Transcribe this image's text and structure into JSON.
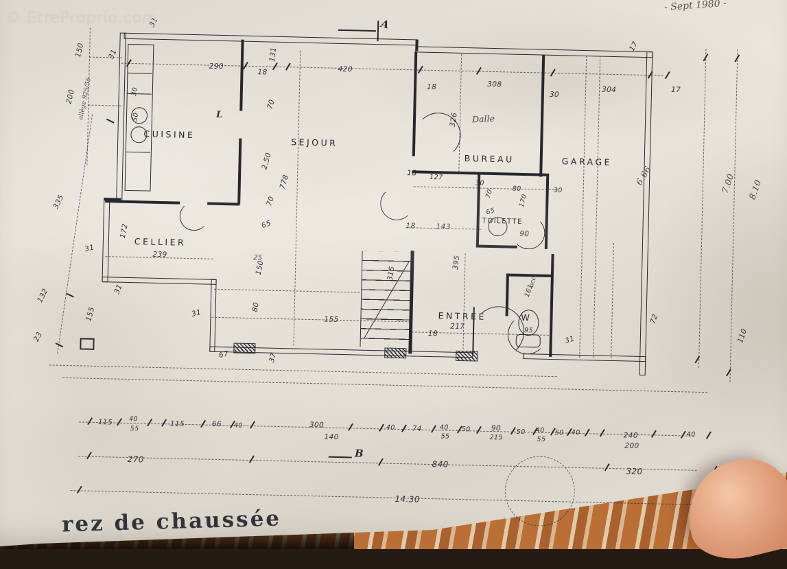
{
  "photo": {
    "watermark": "© EtreProprio.com",
    "date_note": "- Sept 1980 -",
    "title": "rez de chaussée"
  },
  "rooms": [
    {
      "id": "cuisine",
      "label": "CUISINE"
    },
    {
      "id": "sejour",
      "label": "SEJOUR"
    },
    {
      "id": "bureau",
      "label": "BUREAU"
    },
    {
      "id": "garage",
      "label": "GARAGE"
    },
    {
      "id": "cellier",
      "label": "CELLIER"
    },
    {
      "id": "entree",
      "label": "ENTREE"
    },
    {
      "id": "toilette",
      "label": "TOILETTE"
    },
    {
      "id": "wc",
      "label": "W"
    }
  ],
  "markers": {
    "section_a": "A",
    "section_b": "B",
    "door_l": "L"
  },
  "annotations": {
    "dalle": "Dalle",
    "allege": "allège 925/55",
    "acces": "acc."
  },
  "dims": {
    "top": [
      "31",
      "31",
      "290",
      "18",
      "131",
      "420",
      "18",
      "308",
      "30",
      "304",
      "17",
      "17"
    ],
    "left": [
      "150",
      "200",
      "335",
      "132",
      "23",
      "31",
      "155",
      "31"
    ],
    "kitchen": [
      "70",
      "2.50",
      "778",
      "65",
      "70",
      "50",
      "30"
    ],
    "cellier": [
      "239",
      "172",
      "25",
      "150",
      "80",
      "155",
      "31",
      "67",
      "37",
      "315"
    ],
    "hall": [
      "18",
      "127",
      "30",
      "80",
      "30",
      "70",
      "65",
      "326",
      "18",
      "143",
      "90",
      "170",
      "395",
      "18",
      "31",
      "161",
      "217",
      "95"
    ],
    "right": [
      "7.00",
      "8.10",
      "110",
      "72",
      "6.66"
    ],
    "row1": [
      "115",
      "40",
      "55",
      "115",
      "66",
      "40",
      "300",
      "140",
      "40",
      "74",
      "40",
      "55",
      "50",
      "90",
      "215",
      "50",
      "40",
      "55",
      "50",
      "40",
      "240",
      "200",
      "40"
    ],
    "row2": [
      "270",
      "840",
      "320"
    ],
    "total": "14.30"
  }
}
